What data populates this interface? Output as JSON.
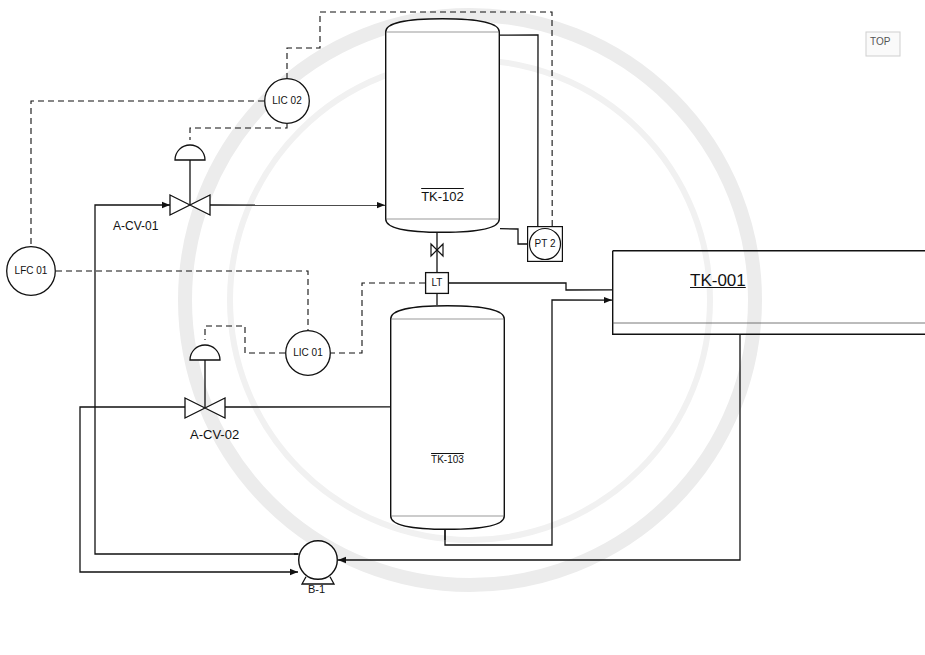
{
  "diagram": {
    "nodes": [
      {
        "text": [
          "LIC 02"
        ]
      },
      {
        "text": [
          "TK-102"
        ]
      },
      {
        "text": [
          "PT 2"
        ]
      },
      {
        "text": [
          "LFC 01"
        ]
      },
      {
        "text": [
          "A-CV-01"
        ]
      },
      {
        "text": [
          "LT"
        ]
      },
      {
        "text": [
          "LIC 01"
        ]
      },
      {
        "text": [
          "TK-001"
        ]
      },
      {
        "text": [
          "A-CV-02"
        ]
      },
      {
        "text": [
          "TK-103"
        ]
      },
      {
        "text": [
          "B-1"
        ]
      }
    ],
    "edges": [
      {
        "from": 0,
        "to": 4,
        "arrow": "none"
      },
      {
        "from": 2,
        "to": 0,
        "arrow": "none"
      },
      {
        "from": 0,
        "to": 3,
        "arrow": "none"
      },
      {
        "from": 3,
        "to": 6,
        "arrow": "none"
      },
      {
        "from": 5,
        "to": 6,
        "arrow": "none"
      },
      {
        "from": 6,
        "to": 8,
        "arrow": "none"
      },
      {
        "from": 1,
        "to": 2,
        "arrow": "none"
      },
      {
        "from": 1,
        "to": 2,
        "arrow": "none"
      },
      {
        "from": 4,
        "to": 1,
        "arrow": "to"
      },
      {
        "from": 10,
        "to": 4,
        "arrow": "to"
      },
      {
        "from": 9,
        "to": 8,
        "arrow": "none"
      },
      {
        "from": 8,
        "to": 10,
        "arrow": "to"
      },
      {
        "from": 7,
        "to": 10,
        "arrow": "to"
      },
      {
        "from": 1,
        "to": 5,
        "arrow": "none"
      },
      {
        "from": 5,
        "to": 9,
        "arrow": "none"
      },
      {
        "from": 9,
        "to": 7,
        "arrow": "to"
      },
      {
        "from": 5,
        "to": 7,
        "arrow": "none"
      }
    ],
    "labels": [
      "TOP"
    ]
  }
}
